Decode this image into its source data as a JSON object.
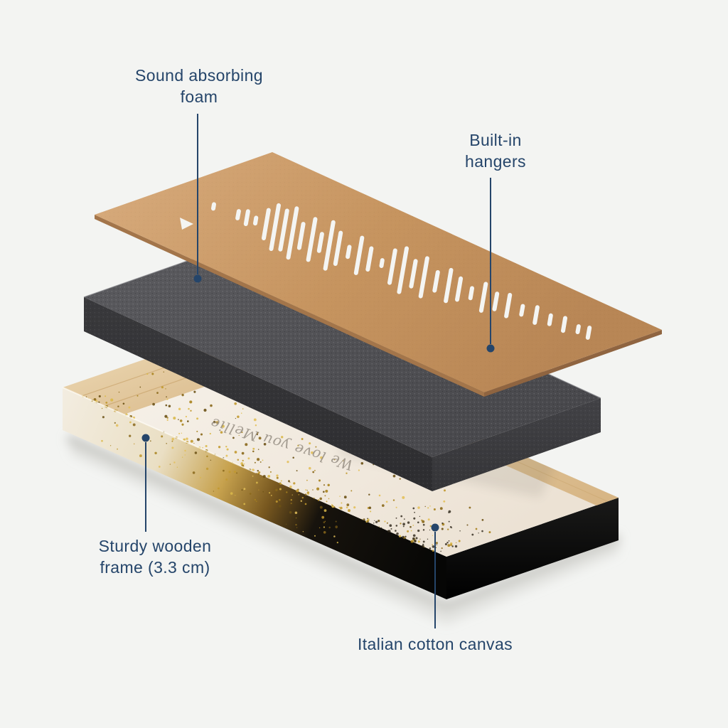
{
  "page": {
    "background": "#f3f4f2"
  },
  "colors": {
    "label_text": "#25456a",
    "leader_line": "#25456a",
    "board_tan": "#c9996c",
    "foam_charcoal": "#4b4b4e",
    "canvas_cream": "#f5f0e7",
    "wood": "#e2cda3",
    "glitter_gold": "#c2992f",
    "frame_side_black": "#121211",
    "slot_white": "#f4f5f3"
  },
  "labels": {
    "foam": "Sound absorbing foam",
    "hangers": "Built-in hangers",
    "frame": "Sturdy wooden frame (3.3 cm)",
    "canvas": "Italian cotton canvas"
  },
  "canvas_artwork_text": "We love you Mellie",
  "soundwave_bars": [
    [
      -0.07,
      6
    ],
    [
      0,
      10
    ],
    [
      0.025,
      18
    ],
    [
      0.05,
      8
    ],
    [
      0.08,
      40
    ],
    [
      0.105,
      62
    ],
    [
      0.13,
      55
    ],
    [
      0.155,
      70
    ],
    [
      0.18,
      34
    ],
    [
      0.21,
      58
    ],
    [
      0.235,
      24
    ],
    [
      0.26,
      66
    ],
    [
      0.285,
      44
    ],
    [
      0.315,
      14
    ],
    [
      0.345,
      50
    ],
    [
      0.375,
      30
    ],
    [
      0.41,
      8
    ],
    [
      0.44,
      46
    ],
    [
      0.47,
      62
    ],
    [
      0.5,
      36
    ],
    [
      0.53,
      54
    ],
    [
      0.565,
      26
    ],
    [
      0.6,
      44
    ],
    [
      0.63,
      30
    ],
    [
      0.665,
      14
    ],
    [
      0.7,
      38
    ],
    [
      0.735,
      22
    ],
    [
      0.77,
      30
    ],
    [
      0.81,
      12
    ],
    [
      0.85,
      22
    ],
    [
      0.89,
      12
    ],
    [
      0.93,
      18
    ],
    [
      0.97,
      8
    ],
    [
      1,
      14
    ]
  ]
}
